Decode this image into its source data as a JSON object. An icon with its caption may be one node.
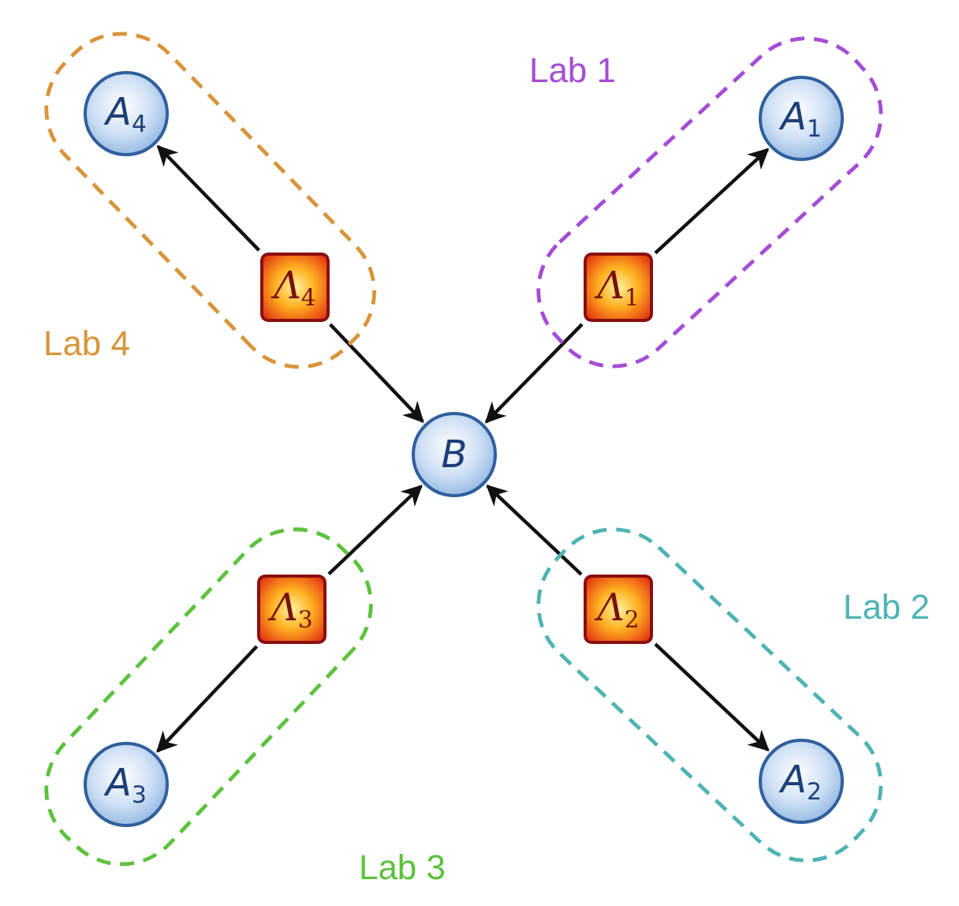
{
  "diagram": {
    "nodes": [
      {
        "text": [
          "Lab 1"
        ]
      },
      {
        "text": [
          "*A*$_{1}$"
        ],
        "in": 0
      },
      {
        "text": [
          "*Λ*$_{1}$"
        ],
        "in": 0
      },
      {
        "text": [
          "Lab 2"
        ]
      },
      {
        "text": [
          "*Λ*$_{2}$"
        ],
        "in": 3
      },
      {
        "text": [
          "*A*$_{2}$"
        ],
        "in": 3
      },
      {
        "text": [
          "Lab 3"
        ]
      },
      {
        "text": [
          "*Λ*$_{3}$"
        ],
        "in": 6
      },
      {
        "text": [
          "*A*$_{3}$"
        ],
        "in": 6
      },
      {
        "text": [
          "Lab 4"
        ]
      },
      {
        "text": [
          "*A*$_{4}$"
        ],
        "in": 9
      },
      {
        "text": [
          "*Λ*$_{4}$"
        ],
        "in": 9
      },
      {
        "text": [
          "B"
        ]
      }
    ],
    "edges": [
      {
        "from": 2,
        "to": 1,
        "arrow": "to"
      },
      {
        "from": 2,
        "to": 12,
        "arrow": "to"
      },
      {
        "from": 4,
        "to": 12,
        "arrow": "to"
      },
      {
        "from": 4,
        "to": 5,
        "arrow": "to"
      },
      {
        "from": 7,
        "to": 12,
        "arrow": "to"
      },
      {
        "from": 7,
        "to": 8,
        "arrow": "to"
      },
      {
        "from": 11,
        "to": 10,
        "arrow": "to"
      },
      {
        "from": 11,
        "to": 12,
        "arrow": "to"
      }
    ]
  }
}
